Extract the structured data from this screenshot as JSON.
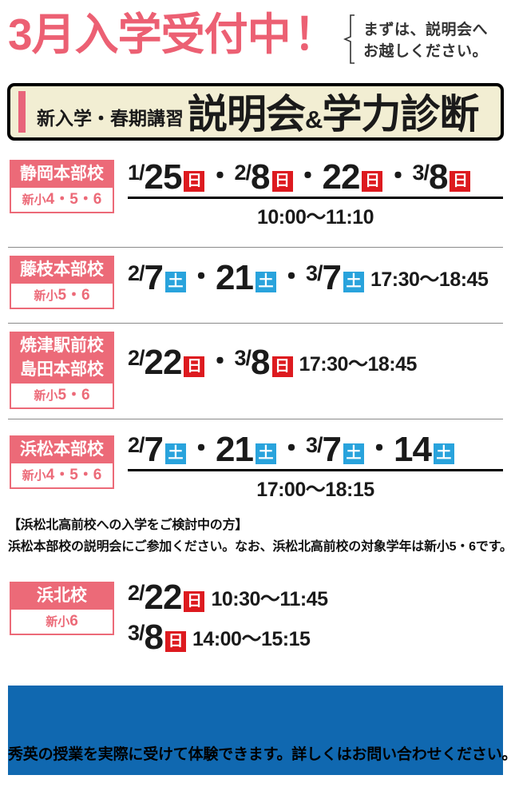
{
  "header": {
    "headline": "3月入学受付中",
    "headline_bang": "！",
    "lead_line1": "まずは、説明会へ",
    "lead_line2": "お越しください。"
  },
  "banner": {
    "sub": "新入学・春期講習",
    "main_before": "説明会",
    "main_amp": "&",
    "main_after": "学力診断"
  },
  "colors": {
    "pink": "#ec6a78",
    "headline_pink": "#ec6073",
    "banner_bg": "#f2eed3",
    "sunday_red": "#dd1a1f",
    "saturday_blue": "#29a3dc",
    "footer_blue": "#1068b0"
  },
  "rows": [
    {
      "school_lines": [
        "静岡本部校"
      ],
      "grade": "新小4・5・6",
      "grade_prefix": "新小",
      "grade_rest": "4・5・6",
      "layout": "time-under",
      "dates": [
        {
          "month": "1/",
          "day": "25",
          "weekday": "日",
          "weekday_type": "sun",
          "sep": "・"
        },
        {
          "month": "2/",
          "day": "8",
          "weekday": "日",
          "weekday_type": "sun",
          "sep": "・"
        },
        {
          "month": "",
          "day": "22",
          "weekday": "日",
          "weekday_type": "sun",
          "sep": "・"
        },
        {
          "month": "3/",
          "day": "8",
          "weekday": "日",
          "weekday_type": "sun",
          "sep": ""
        }
      ],
      "time": "10:00〜11:10"
    },
    {
      "school_lines": [
        "藤枝本部校"
      ],
      "grade": "新小5・6",
      "grade_prefix": "新小",
      "grade_rest": "5・6",
      "layout": "time-inline",
      "dates": [
        {
          "month": "2/",
          "day": "7",
          "weekday": "土",
          "weekday_type": "sat",
          "sep": "・"
        },
        {
          "month": "",
          "day": "21",
          "weekday": "土",
          "weekday_type": "sat",
          "sep": "・"
        },
        {
          "month": "3/",
          "day": "7",
          "weekday": "土",
          "weekday_type": "sat",
          "sep": ""
        }
      ],
      "time": "17:30〜18:45"
    },
    {
      "school_lines": [
        "焼津駅前校",
        "島田本部校"
      ],
      "grade": "新小5・6",
      "grade_prefix": "新小",
      "grade_rest": "5・6",
      "layout": "time-inline",
      "dates": [
        {
          "month": "2/",
          "day": "22",
          "weekday": "日",
          "weekday_type": "sun",
          "sep": "・"
        },
        {
          "month": "3/",
          "day": "8",
          "weekday": "日",
          "weekday_type": "sun",
          "sep": ""
        }
      ],
      "time": "17:30〜18:45"
    },
    {
      "school_lines": [
        "浜松本部校"
      ],
      "grade": "新小4・5・6",
      "grade_prefix": "新小",
      "grade_rest": "4・5・6",
      "layout": "time-under",
      "dates": [
        {
          "month": "2/",
          "day": "7",
          "weekday": "土",
          "weekday_type": "sat",
          "sep": "・"
        },
        {
          "month": "",
          "day": "21",
          "weekday": "土",
          "weekday_type": "sat",
          "sep": "・"
        },
        {
          "month": "3/",
          "day": "7",
          "weekday": "土",
          "weekday_type": "sat",
          "sep": "・"
        },
        {
          "month": "",
          "day": "14",
          "weekday": "土",
          "weekday_type": "sat",
          "sep": ""
        }
      ],
      "time": "17:00〜18:15"
    },
    {
      "school_lines": [
        "浜北校"
      ],
      "grade": "新小6",
      "grade_prefix": "新小",
      "grade_rest": "6",
      "layout": "two-lines",
      "lines": [
        {
          "month": "2/",
          "day": "22",
          "weekday": "日",
          "weekday_type": "sun",
          "time": "10:30〜11:45"
        },
        {
          "month": "3/",
          "day": "8",
          "weekday": "日",
          "weekday_type": "sun",
          "time": "14:00〜15:15"
        }
      ]
    }
  ],
  "note": {
    "line1": "【浜松北高前校への入学をご検討中の方】",
    "line2": "浜松本部校の説明会にご参加ください。なお、浜松北高前校の対象学年は新小5・6です。"
  },
  "footer": {
    "text": "秀英の授業を実際に受けて体験できます。詳しくはお問い合わせください。"
  }
}
